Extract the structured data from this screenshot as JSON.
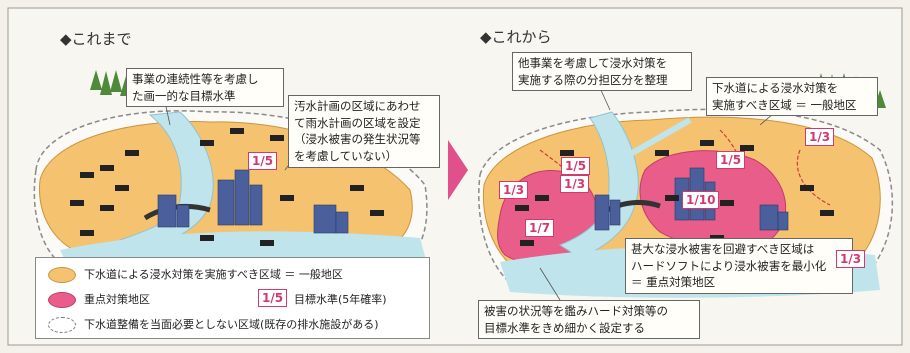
{
  "left_panel": {
    "title": "◆これまで",
    "callout_continuity": [
      "事業の連続性等を考慮し",
      "た画一的な目標水準"
    ],
    "callout_sewage_plan": [
      "汚水計画の区域にあわせ",
      "て雨水計画の区域を設定",
      "（浸水被害の発生状況等",
      "を考慮していない）"
    ],
    "badges": [
      "1/5"
    ]
  },
  "right_panel": {
    "title": "◆これから",
    "callout_other_projects": [
      "他事業を考慮して浸水対策を",
      "実施する際の分担区分を整理"
    ],
    "callout_general_area": [
      "下水道による浸水対策を",
      "実施すべき区域 ＝ 一般地区"
    ],
    "callout_priority_area": [
      "甚大な浸水被害を回避すべき区域は",
      "ハードソフトにより浸水被害を最小化",
      "＝ 重点対策地区"
    ],
    "callout_target_levels": [
      "被害の状況等を鑑みハード対策等の",
      "目標水準をきめ細かく設定する"
    ],
    "badges": [
      "1/3",
      "1/5",
      "1/3",
      "1/5",
      "1/10",
      "1/7",
      "1/3",
      "1/3"
    ]
  },
  "legend": {
    "general_area": "下水道による浸水対策を実施すべき区域 ＝ 一般地区",
    "priority_area": "重点対策地区",
    "target_badge": "1/5",
    "target_label": "目標水準(5年確率)",
    "unnecessary_area": "下水道整備を当面必要としない区域(既存の排水施設がある)"
  },
  "colors": {
    "general_area": "#f5c270",
    "priority_area": "#e85d8a",
    "water": "#bfe4ec",
    "accent": "#d23a6e"
  }
}
